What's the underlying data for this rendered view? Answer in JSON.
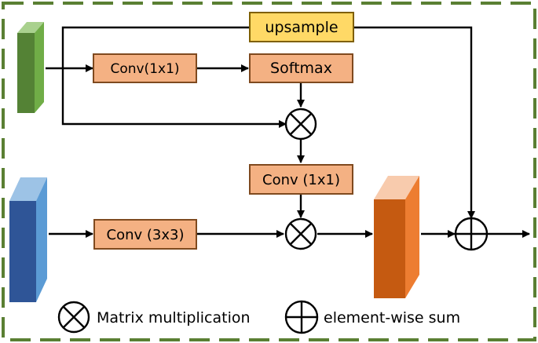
{
  "boxes": {
    "conv1x1_top": "Conv(1x1)",
    "softmax": "Softmax",
    "upsample": "upsample",
    "conv1x1_mid": "Conv (1x1)",
    "conv3x3": "Conv (3x3)"
  },
  "legend": {
    "matrix": "Matrix multiplication",
    "sum": "element-wise sum"
  },
  "colors": {
    "border": "#5a7f33",
    "conv_fill": "#f4b183",
    "conv_stroke": "#7f4a1f",
    "upsample_fill": "#ffd966",
    "green_front": "#548235",
    "green_side": "#70ad47",
    "blue_front": "#2f5597",
    "blue_side": "#5b9bd5",
    "orange_front": "#c55a11",
    "orange_side": "#ed7d31"
  }
}
